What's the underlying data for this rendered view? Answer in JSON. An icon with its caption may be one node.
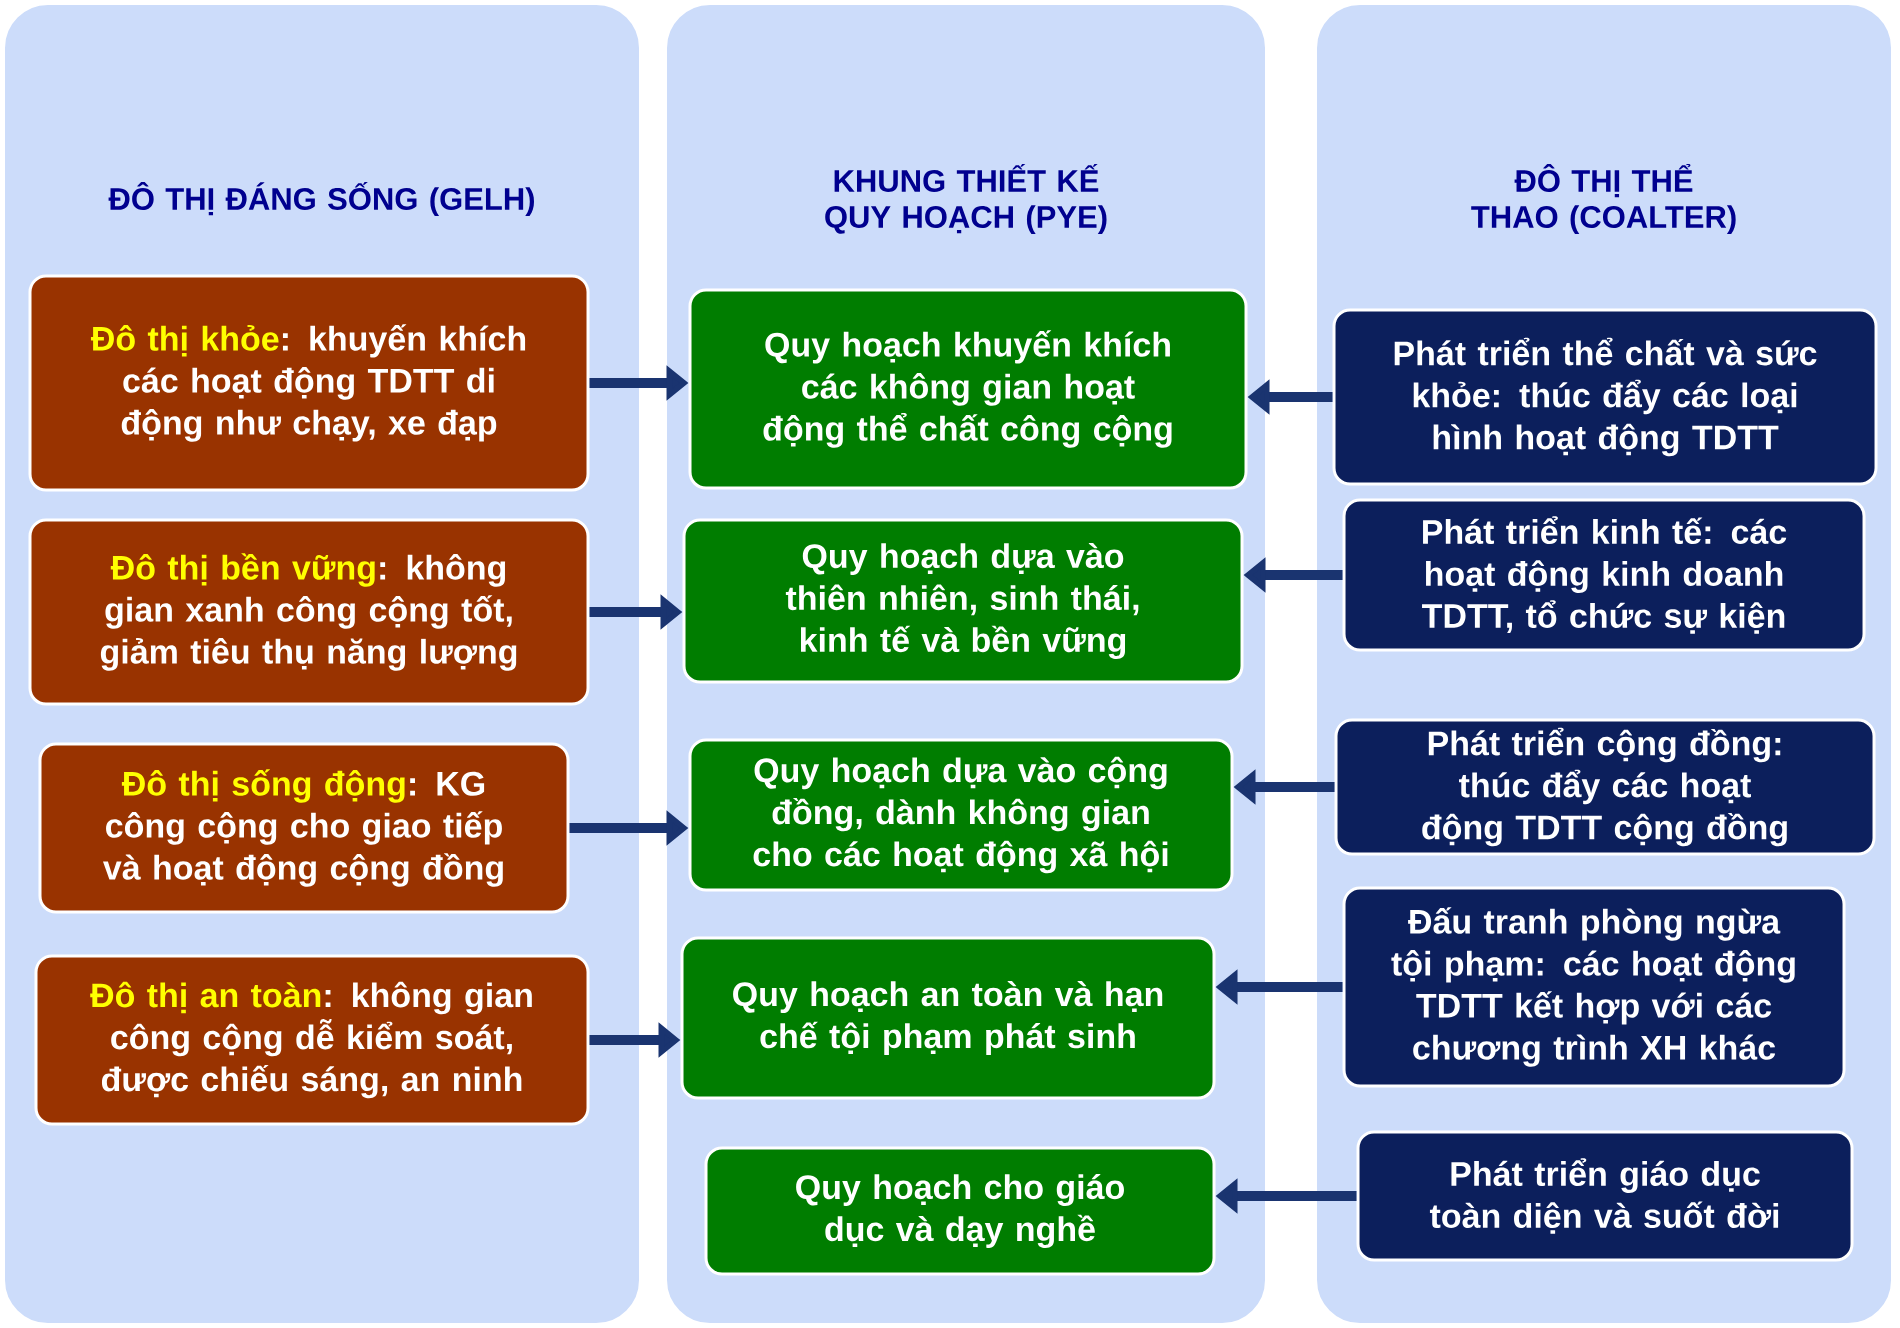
{
  "diagram": {
    "nodes": [
      {
        "text": [
          "ĐÔ THỊ ĐÁNG SỐNG (GELH)"
        ]
      },
      {
        "text": [
          "KHUNG THIẾT KẾ QUY HOẠCH (PYE)"
        ]
      },
      {
        "text": [
          "ĐÔ THỊ THỂ THAO (COALTER)"
        ]
      },
      {
        "text": [
          "Đô thị khỏe",
          ": khuyến khích các hoạt động TDTT di động như chạy, xe đạp"
        ],
        "in": 0
      },
      {
        "text": [
          "Đô thị bền vững",
          ": không gian xanh công cộng tốt, giảm tiêu thụ năng lượng"
        ],
        "in": 0
      },
      {
        "text": [
          "Đô thị sống động",
          ": KG công cộng cho giao tiếp và hoạt động cộng đồng"
        ],
        "in": 0
      },
      {
        "text": [
          "Đô thị an toàn",
          ": không gian công cộng dễ kiểm soát, được chiếu sáng, an ninh"
        ],
        "in": 0
      },
      {
        "text": [
          "Quy hoạch khuyến khích các không gian hoạt động thể chất công cộng"
        ],
        "in": 1
      },
      {
        "text": [
          "Quy hoạch dựa vào thiên nhiên, sinh thái, kinh tế và bền vững"
        ],
        "in": 1
      },
      {
        "text": [
          "Quy hoạch dựa vào cộng đồng, dành không gian cho các hoạt động xã hội"
        ],
        "in": 1
      },
      {
        "text": [
          "Quy hoạch an toàn và hạn chế tội phạm phát sinh"
        ],
        "in": 1
      },
      {
        "text": [
          "Quy hoạch cho giáo dục và dạy nghề"
        ],
        "in": 1
      },
      {
        "text": [
          "Phát triển thể chất và sức khỏe: thúc đẩy các loại hình hoạt động TDTT"
        ],
        "in": 2
      },
      {
        "text": [
          "Phát triển kinh tế: các hoạt động kinh doanh TDTT, tổ chức sự kiện"
        ],
        "in": 2
      },
      {
        "text": [
          "Phát triển cộng đồng: thúc đẩy các hoạt động TDTT cộng đồng"
        ],
        "in": 2
      },
      {
        "text": [
          "Đấu tranh phòng ngừa tội phạm: các hoạt động TDTT kết hợp với các chương trình XH khác"
        ],
        "in": 2
      },
      {
        "text": [
          "Phát triển giáo dục toàn diện và suốt đời"
        ],
        "in": 2
      }
    ],
    "edges": [
      {
        "from": 3,
        "to": 7,
        "arrow": "to"
      },
      {
        "from": 4,
        "to": 8,
        "arrow": "to"
      },
      {
        "from": 5,
        "to": 9,
        "arrow": "to"
      },
      {
        "from": 6,
        "to": 10,
        "arrow": "to"
      },
      {
        "from": 12,
        "to": 7,
        "arrow": "to"
      },
      {
        "from": 13,
        "to": 8,
        "arrow": "to"
      },
      {
        "from": 14,
        "to": 9,
        "arrow": "to"
      },
      {
        "from": 15,
        "to": 10,
        "arrow": "to"
      },
      {
        "from": 16,
        "to": 11,
        "arrow": "to"
      }
    ]
  }
}
